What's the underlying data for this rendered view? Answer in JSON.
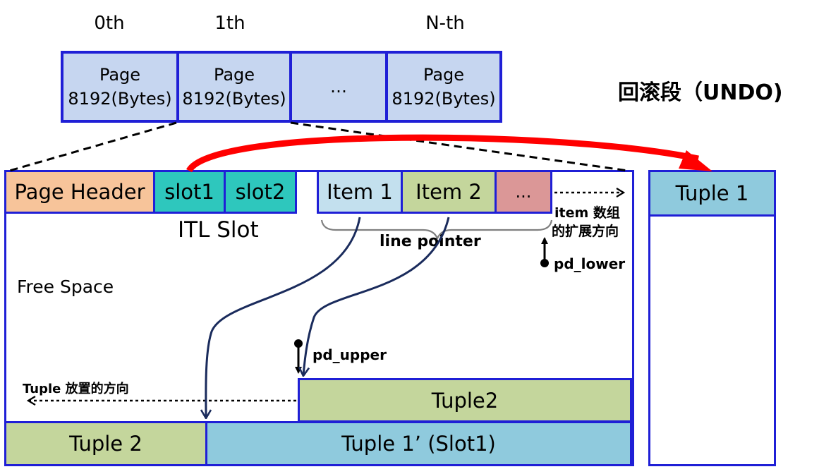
{
  "page_array": {
    "indices": [
      "0th",
      "1th",
      "N-th"
    ],
    "pages": [
      {
        "line1": "Page",
        "line2": "8192(Bytes)"
      },
      {
        "line1": "Page",
        "line2": "8192(Bytes)"
      },
      {
        "ellipsis": "…"
      },
      {
        "line1": "Page",
        "line2": "8192(Bytes)"
      }
    ]
  },
  "undo": {
    "title": "回滚段（UNDO)",
    "tuple": "Tuple 1"
  },
  "page_layout": {
    "header": "Page Header",
    "slots": [
      "slot1",
      "slot2"
    ],
    "itl_label": "ITL Slot",
    "items": [
      "Item 1",
      "Item 2",
      "..."
    ],
    "line_pointer_label": "line pointer",
    "item_growth_line1": "item 数组",
    "item_growth_line2": "的扩展方向",
    "pd_lower": "pd_lower",
    "free_space": "Free Space",
    "pd_upper": "pd_upper",
    "tuple_direction": "Tuple 放置的方向",
    "tuple2_upper": "Tuple2",
    "tuple2_lower": "Tuple 2",
    "tuple1_prime": "Tuple 1’ (Slot1)"
  },
  "colors": {
    "border_blue": "#1f1fd6",
    "page_fill": "#c6d6f0",
    "header_fill": "#f7c49a",
    "slot_fill": "#2ec7bd",
    "item1_fill": "#c3e0ee",
    "item2_fill": "#c4d69c",
    "item_more_fill": "#db9797",
    "tuple_green": "#c4d69c",
    "tuple_blue": "#8fcadd",
    "arrow_red": "#ff0000",
    "curve_navy": "#1a2b5c"
  }
}
